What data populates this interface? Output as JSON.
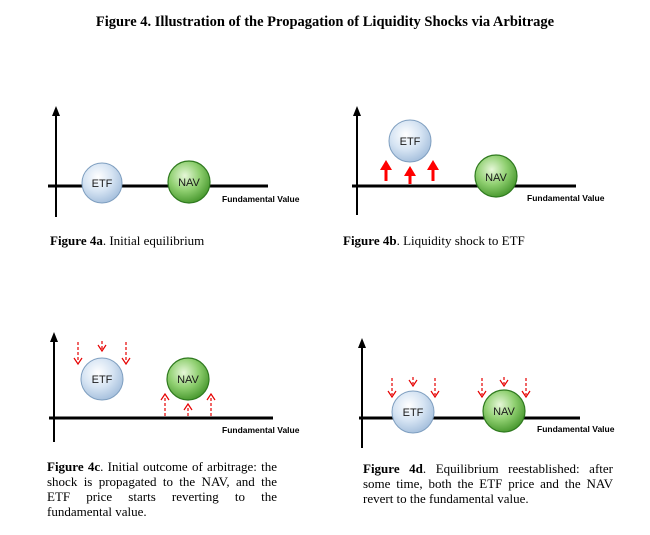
{
  "title": "Figure 4. Illustration of the Propagation of Liquidity Shocks via Arbitrage",
  "colors": {
    "etf_fill": "#c9dcef",
    "etf_stroke": "#7f9fc0",
    "nav_fill": "#8fcf70",
    "nav_stroke": "#2f7a1f",
    "shock_solid": "#ff0000",
    "shock_dashed": "#e60000"
  },
  "panels": [
    {
      "id": "4a",
      "axis_label": "Fundamental Value",
      "etf_label": "ETF",
      "nav_label": "NAV",
      "caption_bold": "Figure 4a",
      "caption_text": ". Initial equilibrium"
    },
    {
      "id": "4b",
      "axis_label": "Fundamental Value",
      "etf_label": "ETF",
      "nav_label": "NAV",
      "caption_bold": "Figure 4b",
      "caption_text": ". Liquidity shock to ETF"
    },
    {
      "id": "4c",
      "axis_label": "Fundamental Value",
      "etf_label": "ETF",
      "nav_label": "NAV",
      "caption_bold": "Figure 4c",
      "caption_text": ". Initial outcome of arbitrage: the shock is propagated to the NAV, and the ETF price starts reverting to the fundamental value."
    },
    {
      "id": "4d",
      "axis_label": "Fundamental Value",
      "etf_label": "ETF",
      "nav_label": "NAV",
      "caption_bold": "Figure 4d",
      "caption_text": ". Equilibrium reestablished: after some time, both the ETF price and the NAV revert to the fundamental value."
    }
  ]
}
